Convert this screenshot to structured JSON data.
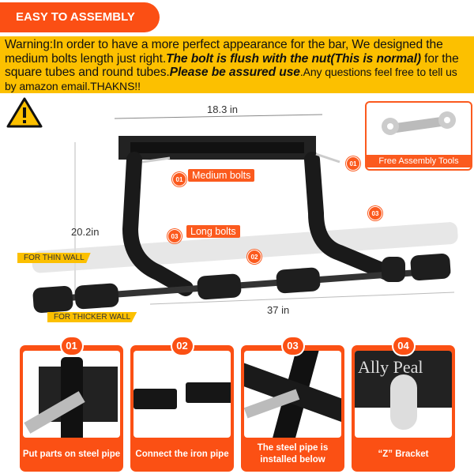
{
  "header": {
    "title": "EASY TO ASSEMBLY"
  },
  "warning": {
    "part1": "Warning:In order to have a more perfect appearance for the bar, We designed the medium bolts length just right.",
    "bold1": "The bolt is flush with the nut(This is normal)",
    "part2": " for the square tubes and round tubes.",
    "bold2": "Please be assured use",
    "part3": ".Any questions feel free to tell us by amazon email.THAKNS!!"
  },
  "diagram": {
    "width_label": "18.3 in",
    "height_label": "20.2in",
    "length_label": "37 in",
    "medium_bolts": "Medium bolts",
    "long_bolts": "Long bolts",
    "thin_wall": "FOR THIN WALL",
    "thicker_wall": "FOR THICKER WALL",
    "markers": [
      "01",
      "01",
      "03",
      "02",
      "03"
    ],
    "tools_label": "Free Assembly Tools"
  },
  "steps": [
    {
      "num": "01",
      "caption": "Put parts on steel pipe"
    },
    {
      "num": "02",
      "caption": "Connect the iron pipe"
    },
    {
      "num": "03",
      "caption": "The steel pipe is installed below"
    },
    {
      "num": "04",
      "caption": "“Z” Bracket",
      "brand": "Ally Peal"
    }
  ],
  "colors": {
    "orange": "#fb5014",
    "yellow": "#fcc000"
  }
}
